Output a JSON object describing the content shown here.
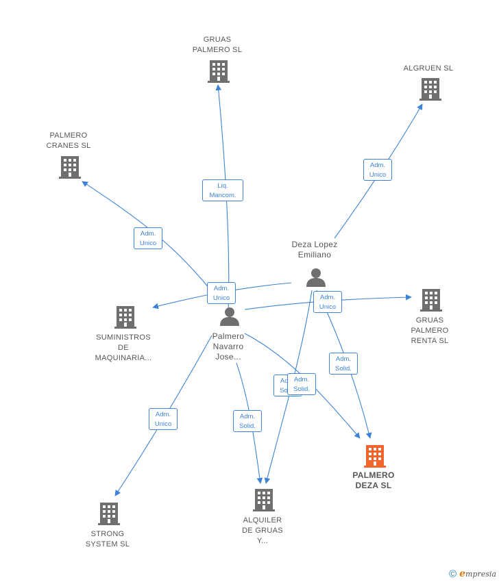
{
  "nodes": {
    "gruas_palmero": {
      "label": "GRUAS\nPALMERO SL"
    },
    "algruen": {
      "label": "ALGRUEN SL"
    },
    "palmero_cranes": {
      "label": "PALMERO\nCRANES SL"
    },
    "suministros": {
      "label": "SUMINISTROS\nDE\nMAQUINARIA..."
    },
    "gruas_palmero_renta": {
      "label": "GRUAS\nPALMERO\nRENTA SL"
    },
    "palmero_deza": {
      "label": "PALMERO\nDEZA  SL"
    },
    "strong_system": {
      "label": "STRONG\nSYSTEM  SL"
    },
    "alquiler": {
      "label": "ALQUILER\nDE GRUAS\nY..."
    },
    "deza_lopez": {
      "label": "Deza Lopez\nEmiliano"
    },
    "palmero_navarro": {
      "label": "Palmero\nNavarro\nJose..."
    }
  },
  "edges": {
    "liq_mancom": {
      "line1": "Liq.",
      "line2": "Mancom."
    },
    "adm_unico_algruen": {
      "line1": "Adm.",
      "line2": "Unico"
    },
    "adm_unico_cranes": {
      "line1": "Adm.",
      "line2": "Unico"
    },
    "adm_unico_center": {
      "line1": "Adm.",
      "line2": "Unico"
    },
    "adm_unico_renta": {
      "line1": "Adm.",
      "line2": "Unico"
    },
    "adm_solid_deza": {
      "line1": "Adm.",
      "line2": "Solid."
    },
    "adm_solid_back": {
      "line1": "Adm.",
      "line2": "Solid."
    },
    "adm_solid_front": {
      "line1": "Adm.",
      "line2": "Solid."
    },
    "adm_unico_strong": {
      "line1": "Adm.",
      "line2": "Unico"
    },
    "adm_solid_alquiler": {
      "line1": "Adm.",
      "line2": "Solid."
    }
  },
  "colors": {
    "edge": "#3d82d6",
    "building": "#6f6f6f",
    "building_highlight": "#f0652e",
    "person": "#6f6f6f"
  },
  "footer": {
    "copyright": "©",
    "brand_initial": "e",
    "brand_rest": "mpresia"
  }
}
